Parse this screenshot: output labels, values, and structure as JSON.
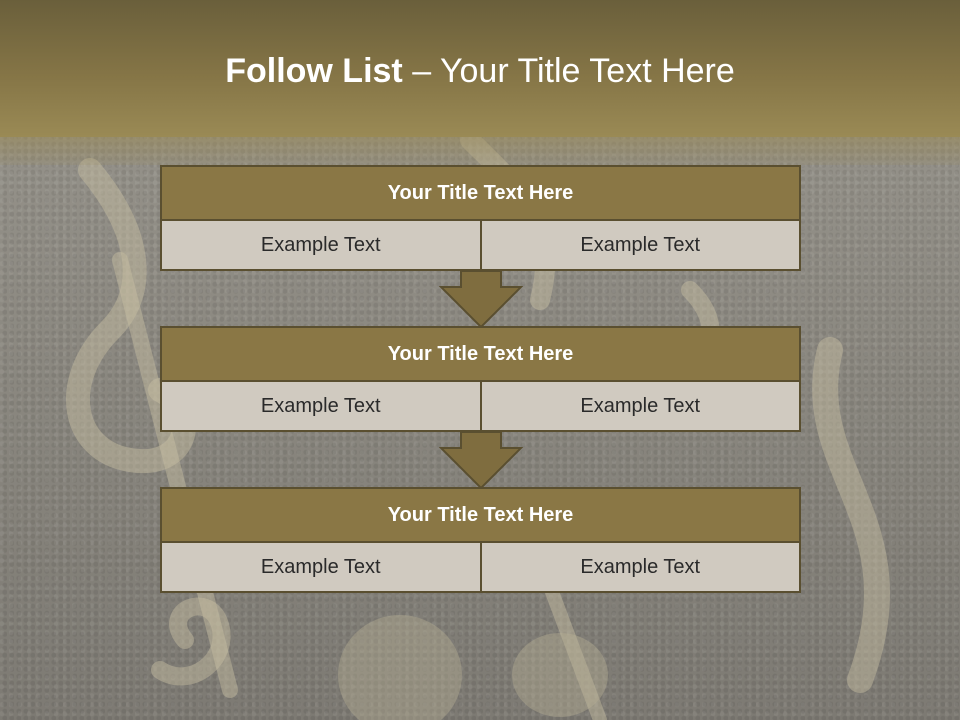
{
  "header": {
    "title_bold": "Follow List",
    "title_rest": " – Your Title Text Here"
  },
  "blocks": [
    {
      "title": "Your Title Text Here",
      "cells": [
        "Example Text",
        "Example Text"
      ]
    },
    {
      "title": "Your Title Text Here",
      "cells": [
        "Example Text",
        "Example Text"
      ]
    },
    {
      "title": "Your Title Text Here",
      "cells": [
        "Example Text",
        "Example Text"
      ]
    }
  ],
  "colors": {
    "header": "#857546",
    "block_head": "#8a7745",
    "cell_fill": "#d0cac0",
    "border": "#5a4f30",
    "arrow": "#7f6d3f"
  }
}
